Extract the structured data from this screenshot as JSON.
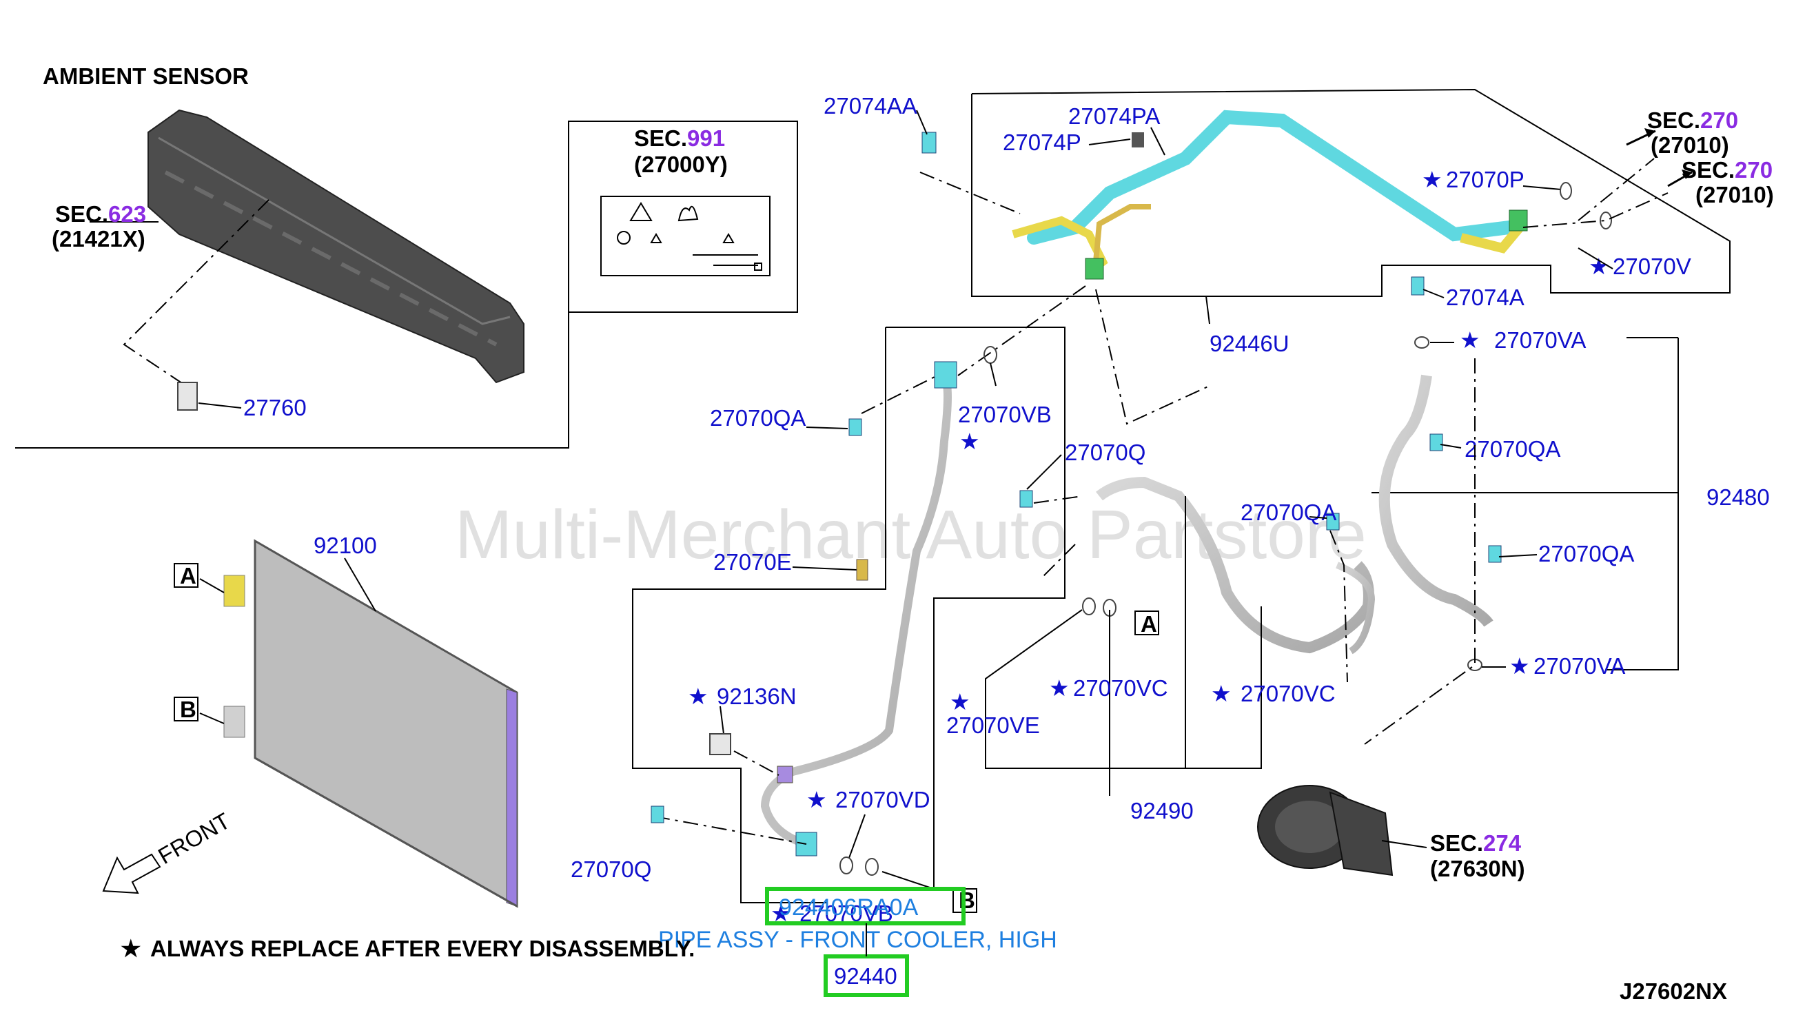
{
  "labels": {
    "ambient_sensor": "AMBIENT SENSOR",
    "sec_prefix": "SEC.",
    "sec623_num": "623",
    "sec623_part": "(21421X)",
    "sec991_num": "991",
    "sec991_part": "(27000Y)",
    "sec270_num": "270",
    "sec270_part": "(27010)",
    "sec274_num": "274",
    "sec274_part": "(27630N)",
    "p27760": "27760",
    "p27074AA": "27074AA",
    "p27074PA": "27074PA",
    "p27074P": "27074P",
    "p27070P": "27070P",
    "p27070V": "27070V",
    "p27074A": "27074A",
    "p92446U": "92446U",
    "p27070VA": "27070VA",
    "p27070QA": "27070QA",
    "p27070VB": "27070VB",
    "p27070Q": "27070Q",
    "p92480": "92480",
    "p92100": "92100",
    "p27070E": "27070E",
    "p92136N": "92136N",
    "p27070VE": "27070VE",
    "p27070VC": "27070VC",
    "p92490": "92490",
    "p27070VD": "27070VD",
    "p92440": "92440",
    "box_a": "A",
    "box_b": "B",
    "front": "FRONT",
    "star": "★",
    "footnote": "ALWAYS REPLACE AFTER EVERY DISASSEMBLY.",
    "diagram_code": "J27602NX"
  },
  "highlight": {
    "part_number": "924406RA0A",
    "description": "PIPE ASSY - FRONT COOLER, HIGH"
  },
  "watermark": "Multi-Merchant Auto Partstore",
  "colors": {
    "label_blue": "#1010cc",
    "section_purple": "#8a2be2",
    "pipe_cyan": "#5fd8e0",
    "pipe_yellow": "#e8d84a",
    "highlight_green": "#22cc22",
    "highlight_text": "#1e7fe0"
  }
}
